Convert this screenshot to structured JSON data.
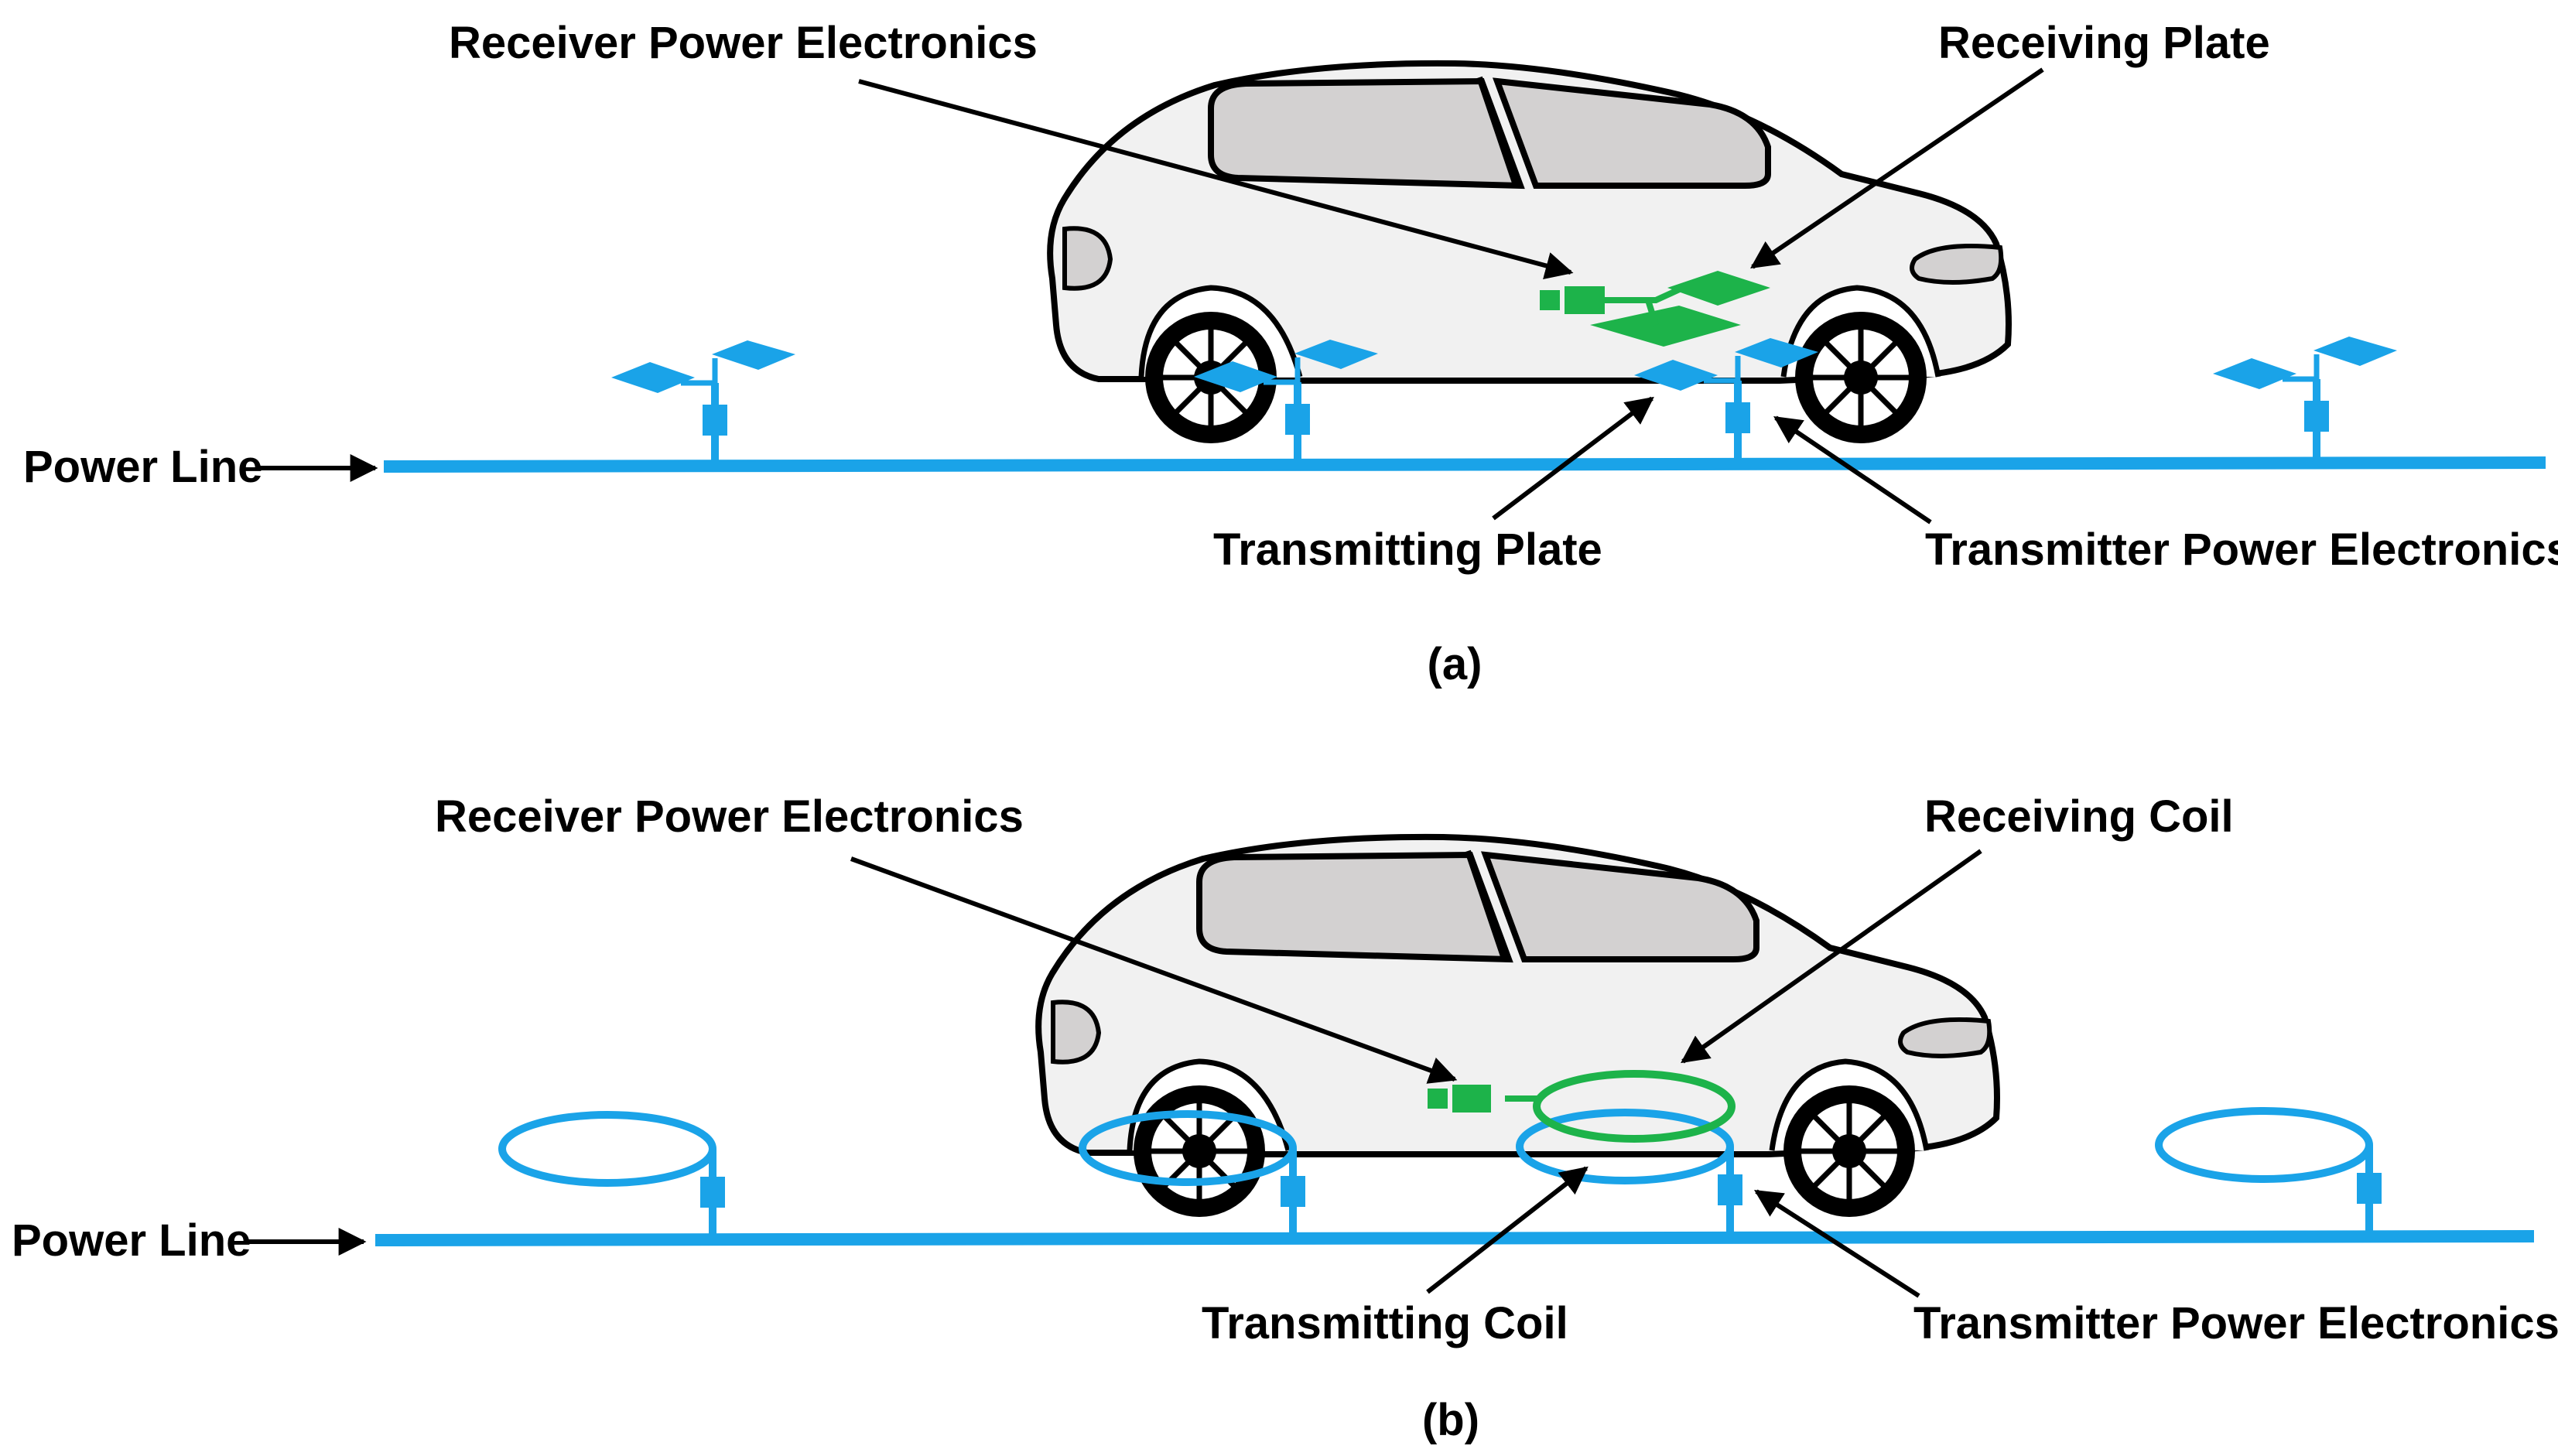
{
  "panel_a": {
    "label_receiver_pe": "Receiver Power Electronics",
    "label_receiving": "Receiving Plate",
    "label_power_line": "Power Line",
    "label_transmitting": "Transmitting Plate",
    "label_transmitter_pe": "Transmitter Power Electronics",
    "caption": "(a)"
  },
  "panel_b": {
    "label_receiver_pe": "Receiver Power Electronics",
    "label_receiving": "Receiving Coil",
    "label_power_line": "Power Line",
    "label_transmitting": "Transmitting Coil",
    "label_transmitter_pe": "Transmitter Power Electronics",
    "caption": "(b)"
  },
  "colors": {
    "transmitter_blue": "#1aa3e8",
    "receiver_green": "#1db34a",
    "car_body": "#f1f1f1",
    "car_window": "#d3d1d1",
    "outline": "#000000"
  }
}
